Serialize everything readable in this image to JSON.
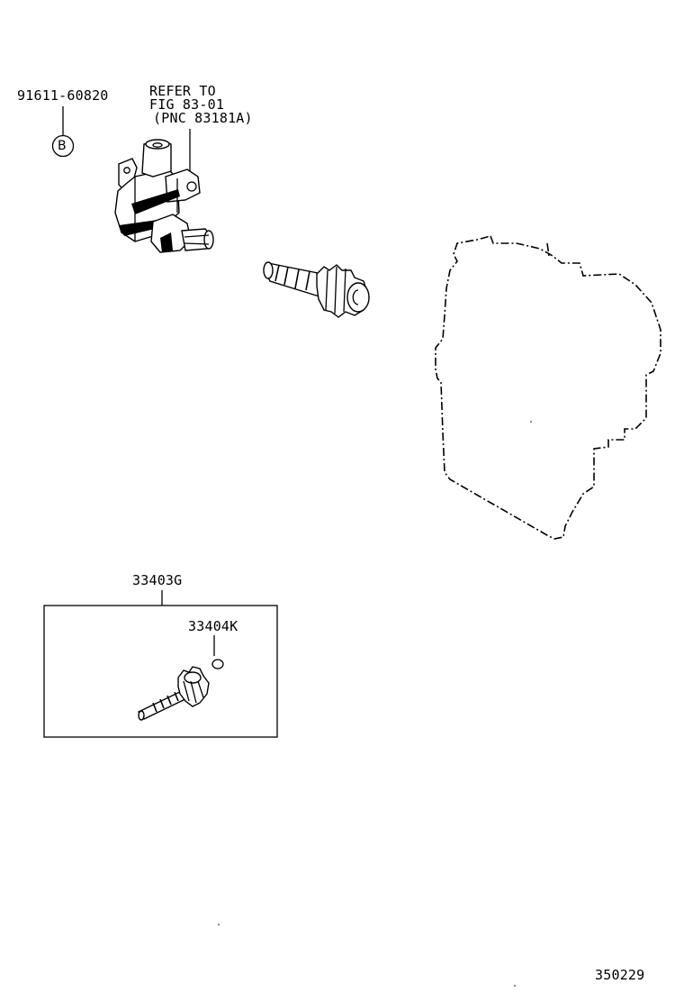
{
  "labels": {
    "bolt_part_no": "91611-60820",
    "refer_line1": "REFER TO",
    "refer_line2": "FIG 83-01",
    "refer_line3": "(PNC 83181A)",
    "circle_code": "B",
    "gear_assy_no": "33403G",
    "oring_no": "33404K",
    "diagram_id": "350229"
  }
}
